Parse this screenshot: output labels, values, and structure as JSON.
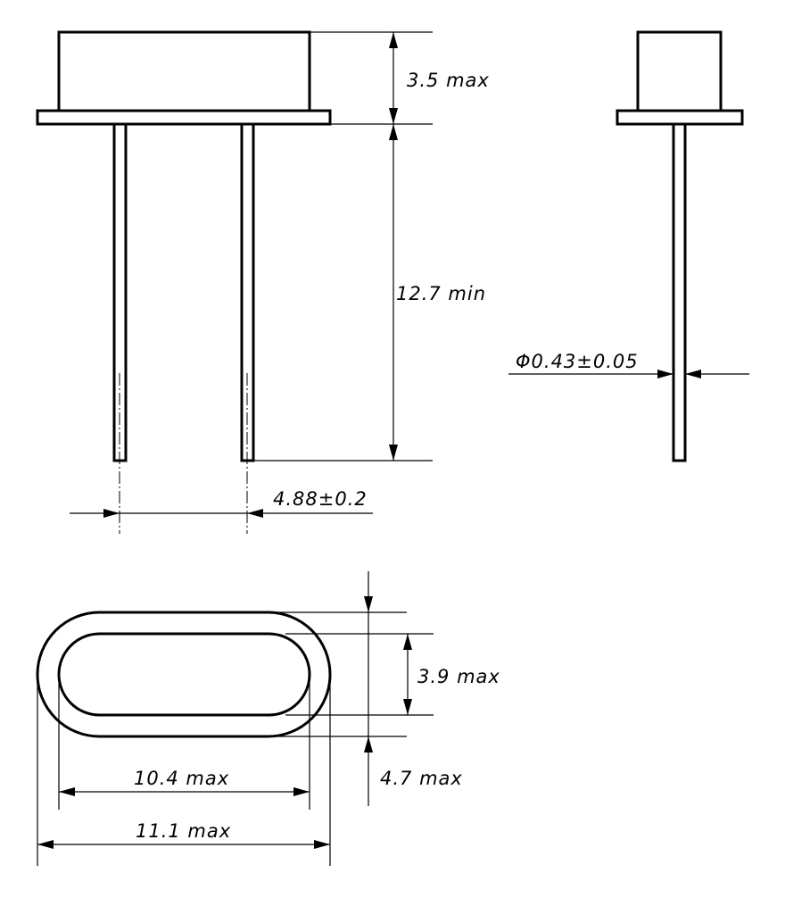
{
  "dimensions": {
    "body_height": "3.5 max",
    "lead_length": "12.7 min",
    "lead_pitch": "4.88±0.2",
    "lead_diameter": "Φ0.43±0.05",
    "inner_width": "3.9 max",
    "outer_width": "4.7 max",
    "inner_length": "10.4 max",
    "outer_length": "11.1 max"
  }
}
